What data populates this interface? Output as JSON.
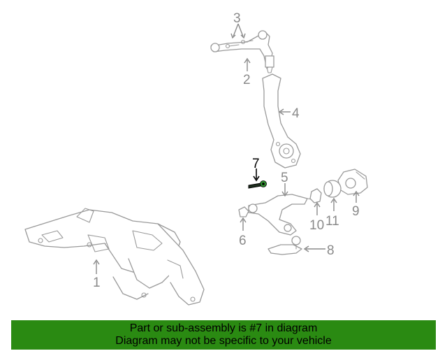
{
  "callouts": {
    "c1": "1",
    "c2": "2",
    "c3": "3",
    "c4": "4",
    "c5": "5",
    "c6": "6",
    "c7": "7",
    "c8": "8",
    "c9": "9",
    "c10": "10",
    "c11": "11"
  },
  "banner": {
    "line1": "Part or sub-assembly is #7 in diagram",
    "line2": "Diagram may not be specific to your vehicle"
  },
  "colors": {
    "banner_bg": "#2a8a12",
    "highlight": "#000000",
    "part_line": "#9a9a9a"
  }
}
